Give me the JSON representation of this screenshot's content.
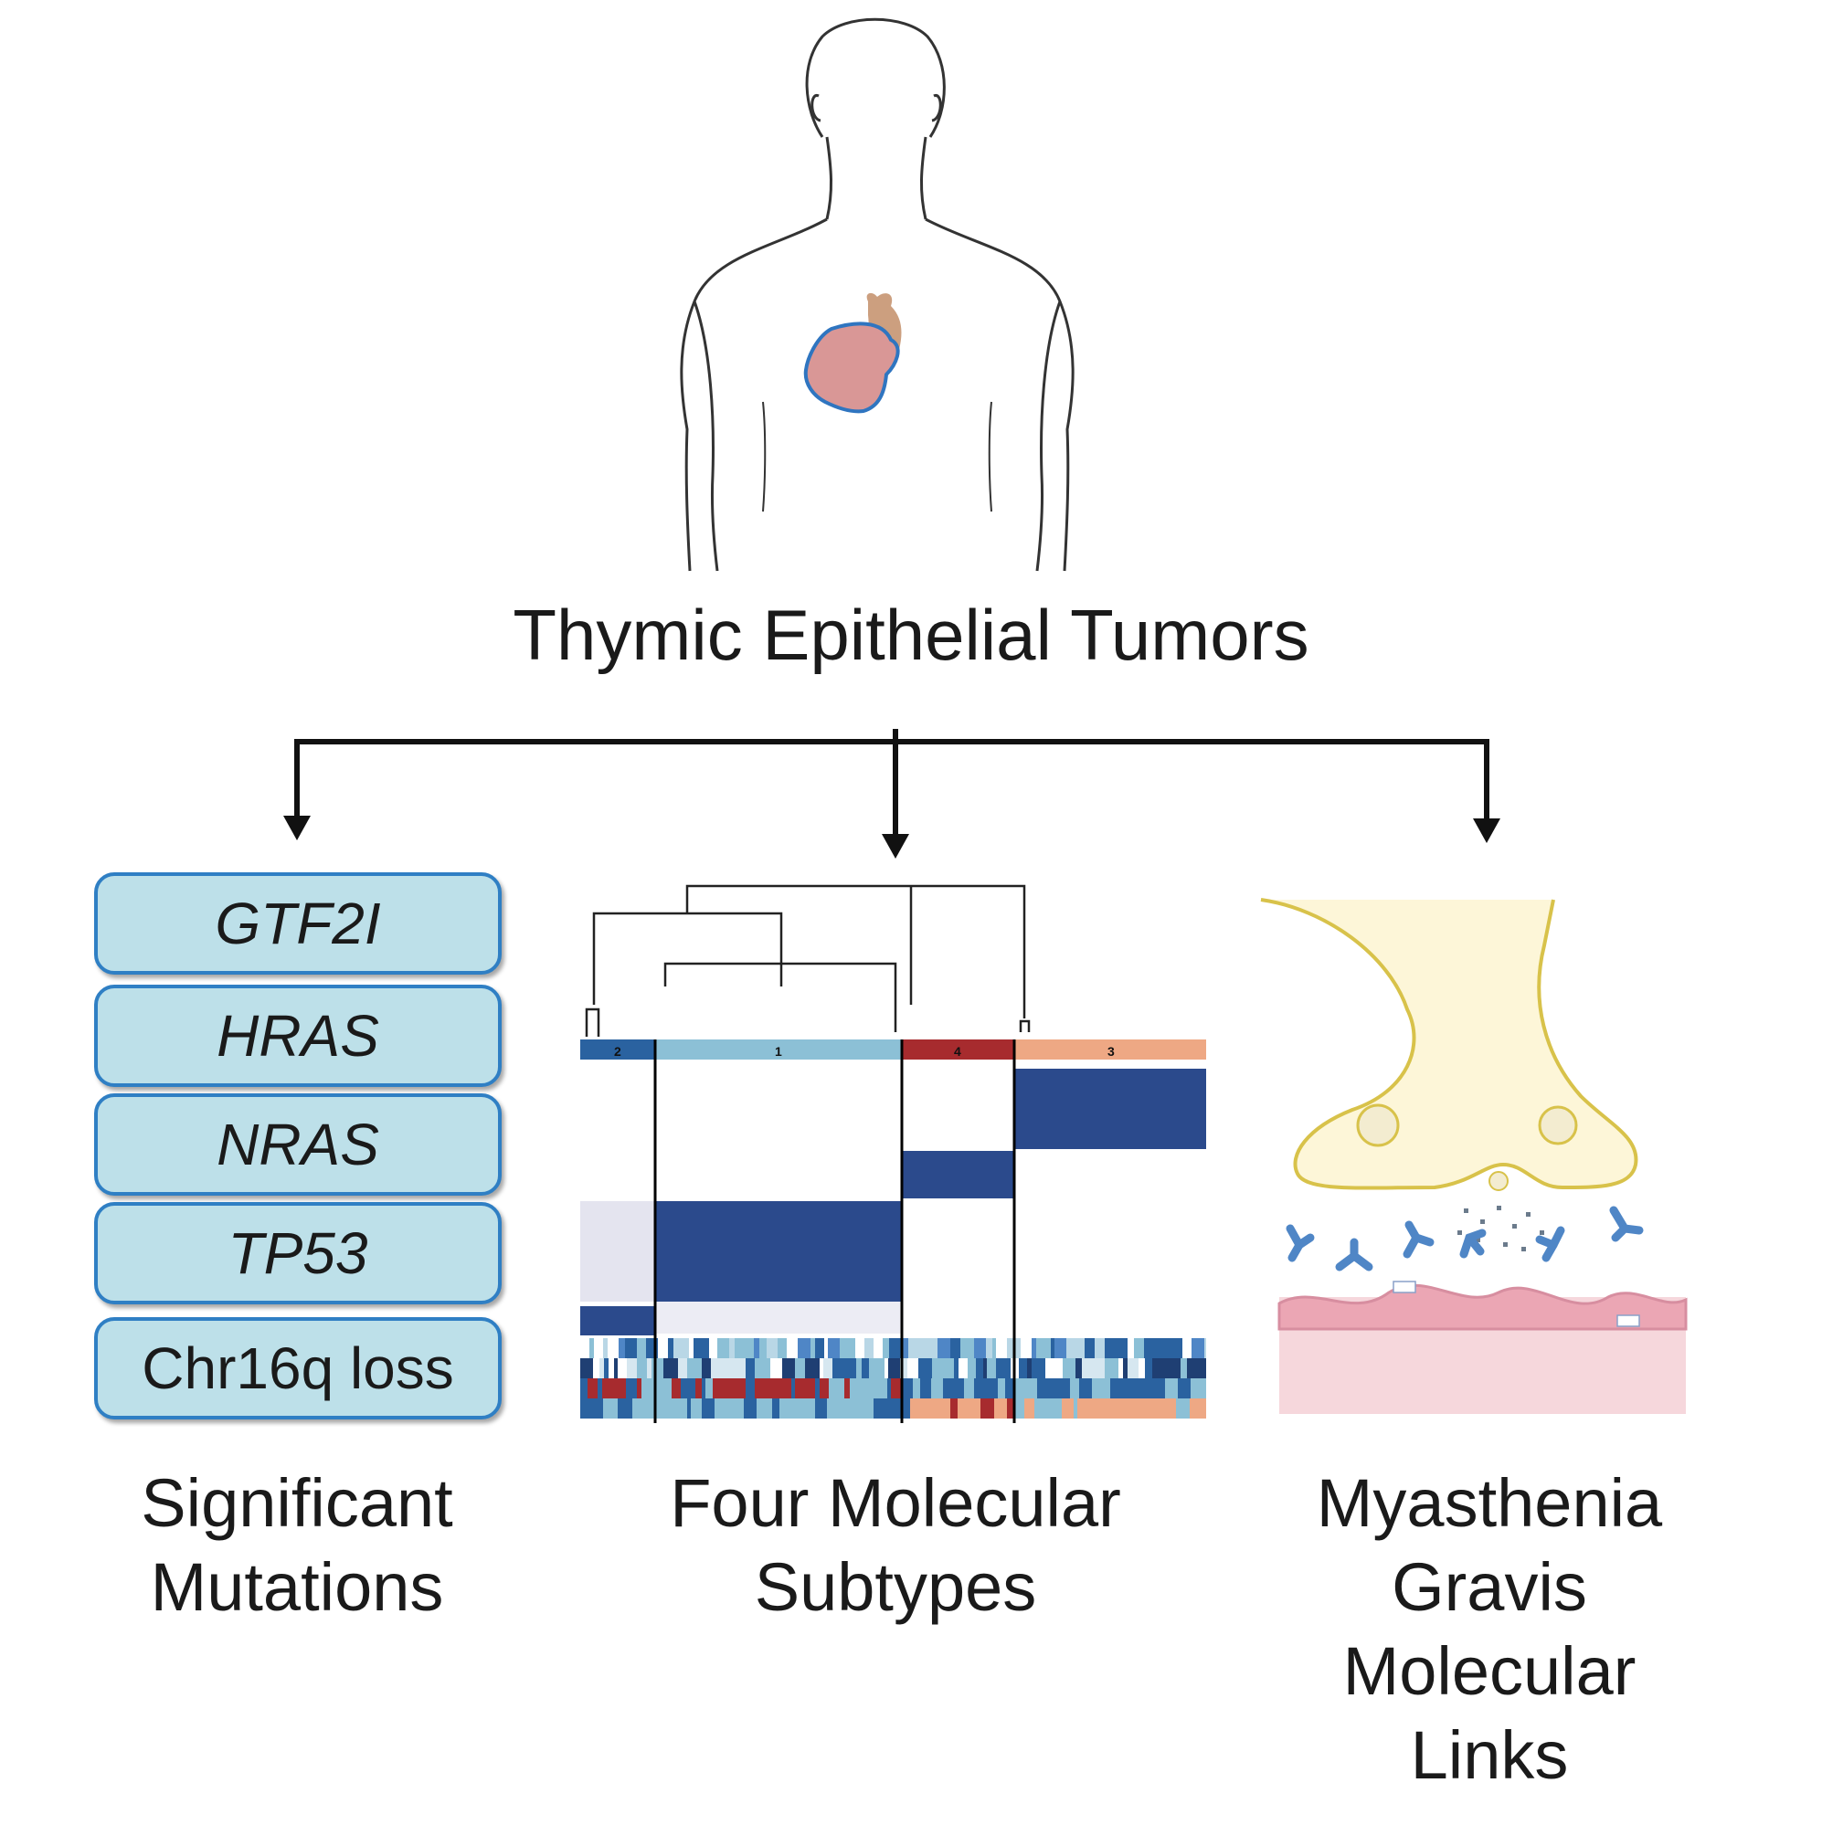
{
  "title": "Thymic Epithelial Tumors",
  "mutations": [
    "GTF2I",
    "HRAS",
    "NRAS",
    "TP53",
    "Chr16q loss"
  ],
  "captions": {
    "left": [
      "Significant",
      "Mutations"
    ],
    "middle": [
      "Four Molecular",
      "Subtypes"
    ],
    "right": [
      "Myasthenia",
      "Gravis",
      "Molecular",
      "Links"
    ]
  },
  "heatmap": {
    "clusters": [
      {
        "label": "2",
        "color": "#2a62a0"
      },
      {
        "label": "1",
        "color": "#8cc0d6"
      },
      {
        "label": "4",
        "color": "#a72b2e"
      },
      {
        "label": "3",
        "color": "#eea884"
      }
    ],
    "block_color": "#2b4a8c"
  },
  "colors": {
    "tumor_fill": "#d99796",
    "tumor_outline": "#2f75c0",
    "thymus": "#c99a78",
    "box_fill": "#bde0e9",
    "box_border": "#2f7fc4",
    "antibody": "#4f86c6",
    "neuron_fill": "#fdf6d8",
    "neuron_outline": "#d8c24a",
    "muscle": "#f4c8cf"
  }
}
